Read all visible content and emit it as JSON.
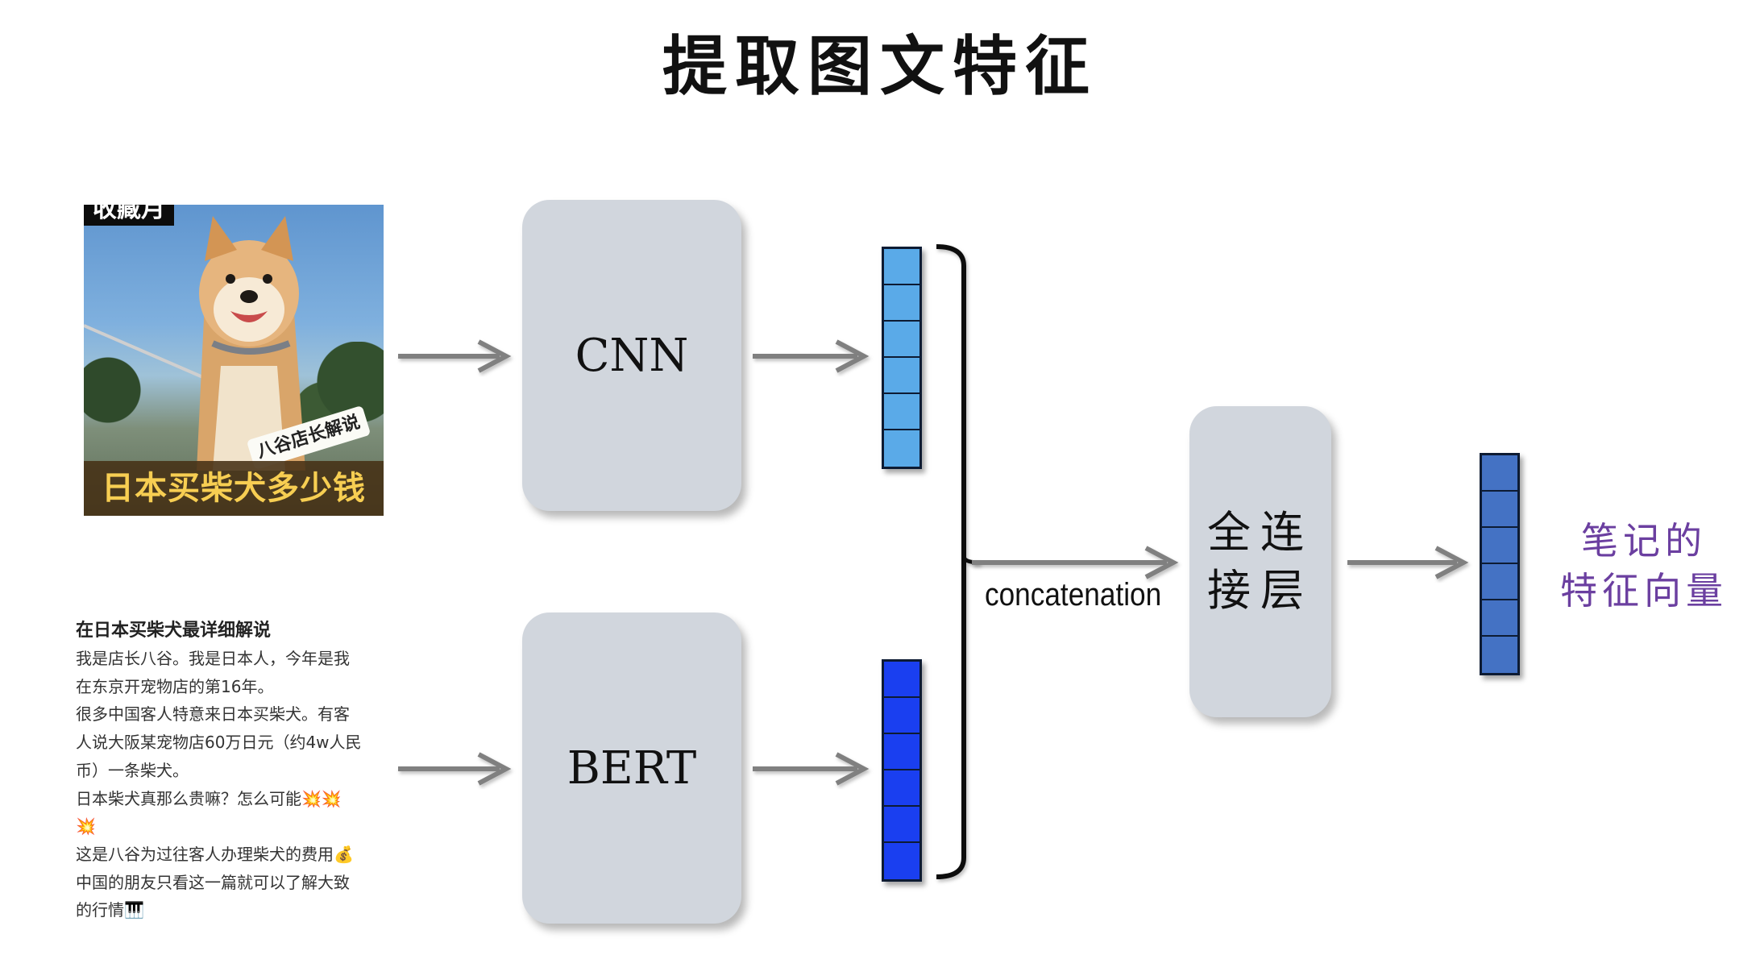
{
  "title": "提取图文特征",
  "image_card": {
    "corner_text": "收藏月",
    "badge_text": "八谷店长解说",
    "caption": "日本买柴犬多少钱"
  },
  "text_card": {
    "title": "在日本买柴犬最详细解说",
    "lines": [
      "我是店长八谷。我是日本人，今年是我",
      "在东京开宠物店的第16年。",
      "很多中国客人特意来日本买柴犬。有客",
      "人说大阪某宠物店60万日元（约4w人民",
      "币）一条柴犬。",
      "日本柴犬真那么贵嘛？怎么可能💥💥",
      "💥",
      "这是八谷为过往客人办理柴犬的费用💰",
      "中国的朋友只看这一篇就可以了解大致",
      "的行情🎹"
    ]
  },
  "models": {
    "cnn": "CNN",
    "bert": "BERT"
  },
  "concat_label": "concatenation",
  "fc_layer": {
    "line1": "全连",
    "line2": "接层"
  },
  "output_label": {
    "line1": "笔记的",
    "line2": "特征向量"
  },
  "colors": {
    "image_vector": "#5aaae8",
    "text_vector": "#1a3ff0",
    "output_vector": "#4472c4",
    "arrow": "#808080",
    "box": "#d1d6dd",
    "output_label": "#6b3fa0"
  }
}
